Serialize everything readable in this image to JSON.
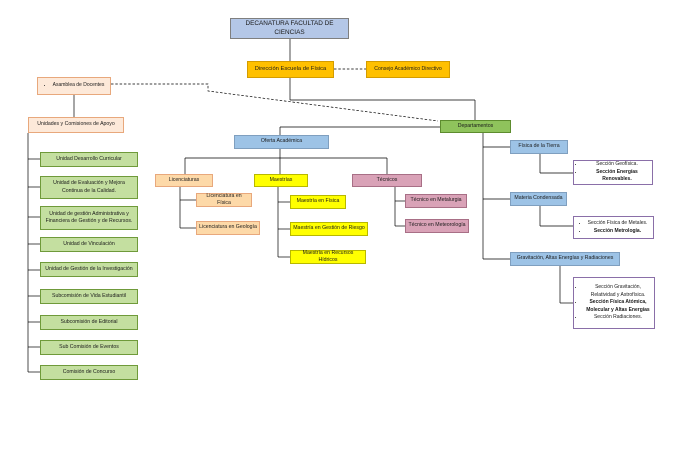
{
  "nodes": {
    "decanatura": "DECANATURA FACULTAD DE CIENCIAS",
    "direccion": "Dirección Escuela de Física",
    "consejo": "Consejo Académico Directivo",
    "asamblea": "Asamblea de Docentes",
    "unidades": "Unidades y Comisiones de Apoyo",
    "departamentos": "Departamentos",
    "oferta": "Oferta Académica",
    "licenciaturas": "Licenciaturas",
    "maestrias": "Maestrías",
    "tecnicos": "Técnicos",
    "lic_fisica": "Licenciatura en Física",
    "lic_geologia": "Licenciatura en Geología",
    "mae_fisica": "Maestría en Física",
    "mae_riesgo": "Maestría en Gestión de Riesgo",
    "mae_hidricos": "Maestría en Recursos Hídricos",
    "tec_metalurgia": "Técnico en Metalurgia",
    "tec_meteorologia": "Técnico en Meteorología",
    "fisica_tierra": "Física de la Tierra",
    "materia": "Materia Condensada",
    "gravitacion": "Gravitación, Altas Energías y Radiaciones"
  },
  "apoyo_items": [
    "Unidad Desarrollo Curricular",
    "Unidad de Evaluación y Mejora Continua de la Calidad.",
    "Unidad de gestión Administrativa y Financiera de Gestión y de Recursos.",
    "Unidad de Vinculación",
    "Unidad de Gestión de la Investigación",
    "Subcomisión de Vida Estudiantil",
    "Subcomisión de Editorial",
    "Sub Comisión de Eventos",
    "Comisión de Concurso"
  ],
  "secciones": {
    "tierra": [
      "Sección Geofísica.",
      "Sección Energías Renovables."
    ],
    "materia": [
      "Sección Física de Metales.",
      "Sección Metrología."
    ],
    "gravitacion": [
      "Sección Gravitación, Relatividad y Astrofísica.",
      "Sección Física Atómica, Molecular y Altas Energías",
      "Sección Radiaciones."
    ]
  },
  "colors": {
    "line": "#000000",
    "blue": "#9dc3e6",
    "orange": "#ffc000",
    "green": "#c4dfa0",
    "yellow": "#ffff00",
    "pink": "#d9a2b7"
  }
}
